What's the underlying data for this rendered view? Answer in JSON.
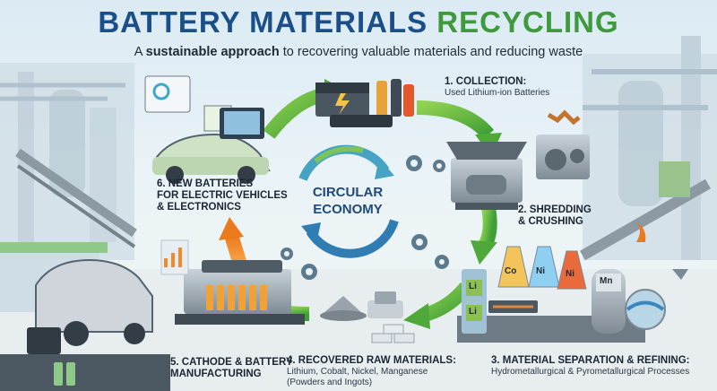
{
  "title": {
    "main": "BATTERY MATERIALS",
    "accent": "RECYCLING"
  },
  "subtitle": {
    "bold": "sustainable approach",
    "prefix": "A",
    "suffix": "to recovering valuable materials and reducing waste"
  },
  "center": {
    "line1": "CIRCULAR",
    "line2": "ECONOMY"
  },
  "steps": [
    {
      "title": "1. COLLECTION:",
      "desc": "Used Lithium-ion Batteries"
    },
    {
      "title": "2. SHREDDING",
      "title2": "& CRUSHING"
    },
    {
      "title": "3. MATERIAL SEPARATION & REFINING:",
      "desc": "Hydrometallurgical & Pyrometallurgical Processes"
    },
    {
      "title": "4. RECOVERED RAW MATERIALS:",
      "desc": "Lithium, Cobalt, Nickel, Manganese",
      "desc2": "(Powders and Ingots)"
    },
    {
      "title": "5. CATHODE & BATTERY",
      "title2": "MANUFACTURING"
    },
    {
      "title": "6. NEW BATTERIES",
      "title2": "FOR ELECTRIC VEHICLES",
      "title3": "& ELECTRONICS"
    }
  ],
  "flasks": [
    "Co",
    "Ni",
    "Ni",
    "Mn",
    "Li",
    "Li"
  ],
  "colors": {
    "title_blue": "#1b4f8a",
    "title_green": "#3e9a3c",
    "arrow_green": "#6cbf3f",
    "arrow_orange": "#f08a2a"
  }
}
